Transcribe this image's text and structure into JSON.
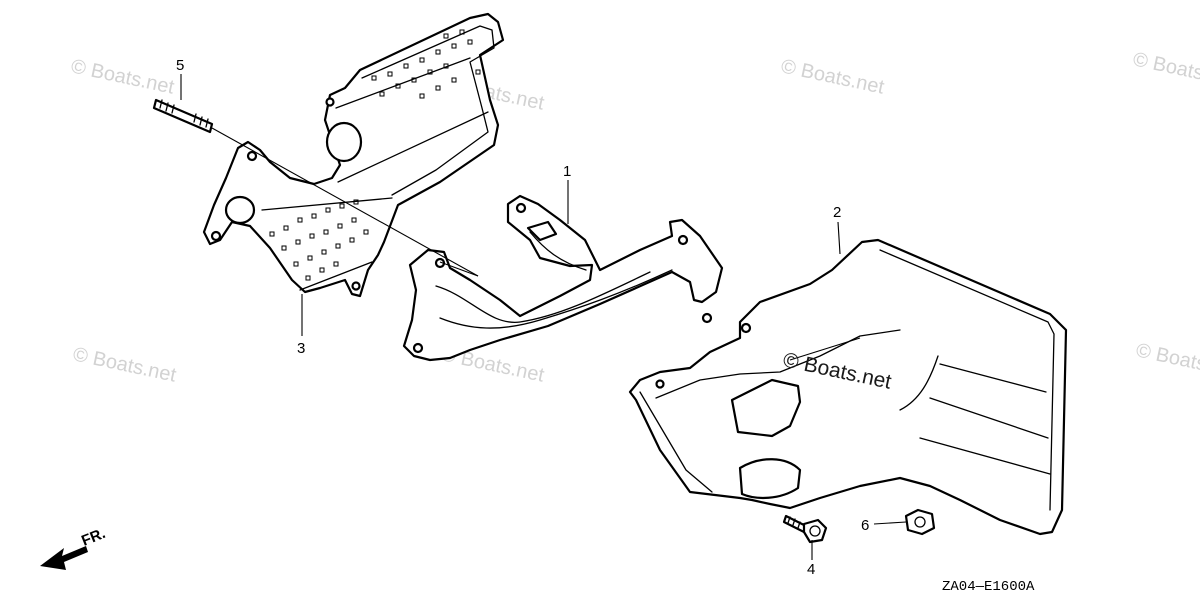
{
  "diagram": {
    "callouts": [
      {
        "id": "1",
        "label": "1"
      },
      {
        "id": "2",
        "label": "2"
      },
      {
        "id": "3",
        "label": "3"
      },
      {
        "id": "4",
        "label": "4"
      },
      {
        "id": "5",
        "label": "5"
      },
      {
        "id": "6",
        "label": "6"
      }
    ],
    "direction_label": "FR.",
    "diagram_code": "ZA04—E1600A",
    "watermark": "© Boats.net"
  }
}
